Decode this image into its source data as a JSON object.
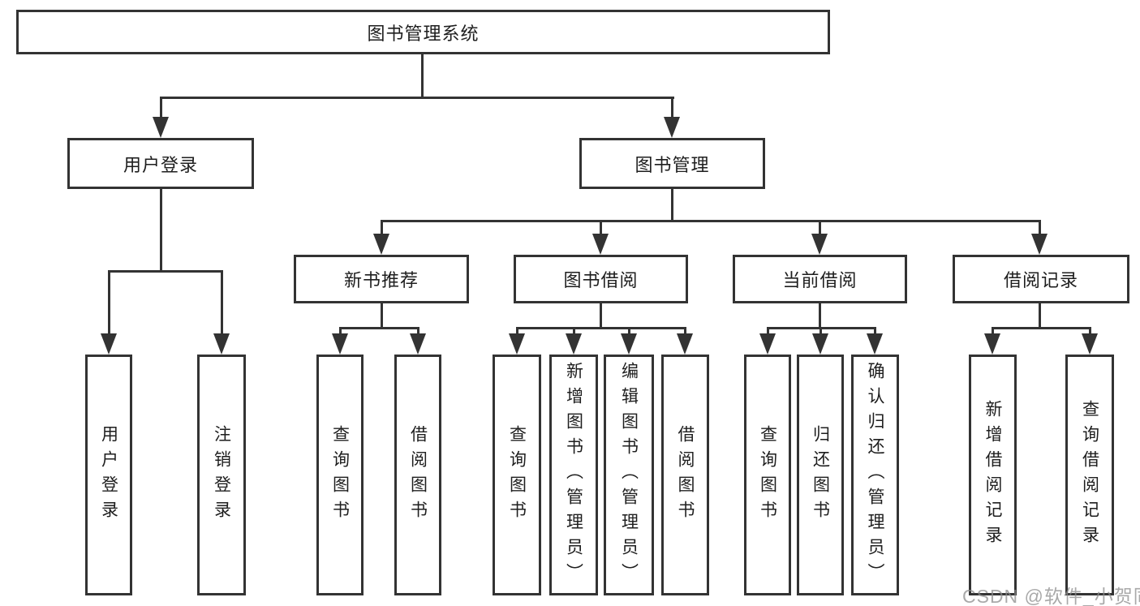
{
  "diagram": {
    "root": {
      "label": "图书管理系统"
    },
    "level2": [
      {
        "label": "用户登录"
      },
      {
        "label": "图书管理"
      }
    ],
    "level3": [
      {
        "label": "新书推荐"
      },
      {
        "label": "图书借阅"
      },
      {
        "label": "当前借阅"
      },
      {
        "label": "借阅记录"
      }
    ],
    "leaves": {
      "user_login": [
        "用户登录",
        "注销登录"
      ],
      "new_book": [
        "查询图书",
        "借阅图书"
      ],
      "book_borrow": [
        "查询图书",
        "新增图书（管理员）",
        "编辑图书（管理员）",
        "借阅图书"
      ],
      "current_borrow": [
        "查询图书",
        "归还图书",
        "确认归还（管理员）"
      ],
      "borrow_record": [
        "新增借阅记录",
        "查询借阅记录"
      ]
    }
  },
  "watermark": {
    "text": "CSDN @软件_小贺同学"
  },
  "colors": {
    "line": "#333333",
    "text": "#1e1e1e",
    "watermark": "#8c8c8c",
    "background": "#ffffff"
  }
}
